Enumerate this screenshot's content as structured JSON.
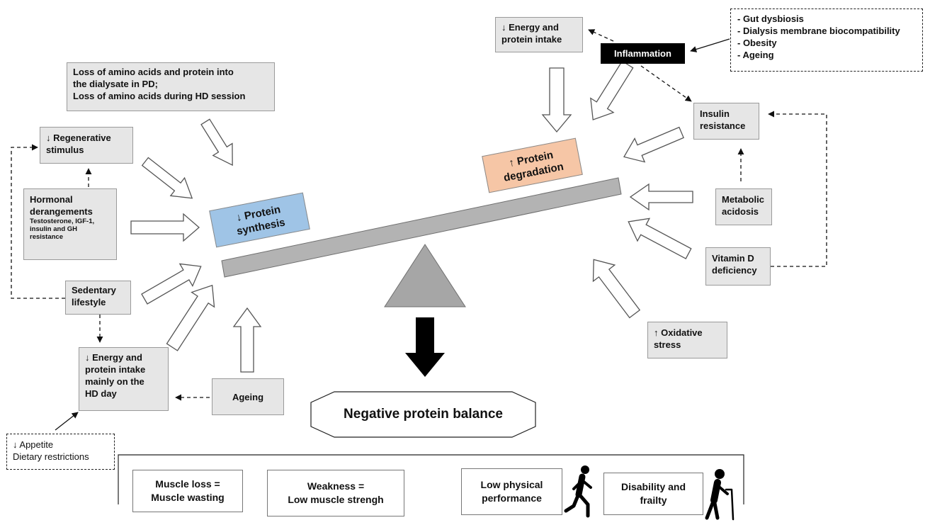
{
  "left": {
    "loss_amino": [
      "Loss of amino acids and protein into",
      "the dialysate in PD;",
      "Loss of amino acids during HD session"
    ],
    "regenerative": [
      "↓ Regenerative",
      "stimulus"
    ],
    "hormonal_title": [
      "Hormonal",
      "derangements"
    ],
    "hormonal_detail": [
      "Testosterone, IGF-1,",
      "insulin and GH",
      "resistance"
    ],
    "sedentary": [
      "Sedentary",
      "lifestyle"
    ],
    "energy_left": [
      "↓ Energy and",
      "protein intake",
      "mainly on the",
      "HD day"
    ],
    "ageing": "Ageing",
    "appetite": [
      "↓ Appetite",
      "Dietary restrictions"
    ]
  },
  "right": {
    "energy_right": [
      "↓ Energy and",
      "protein intake"
    ],
    "inflammation": "Inflammation",
    "inflammation_causes": [
      "- Gut dysbiosis",
      "- Dialysis membrane biocompatibility",
      "- Obesity",
      "- Ageing"
    ],
    "insulin": [
      "Insulin",
      "resistance"
    ],
    "metabolic": [
      "Metabolic",
      "acidosis"
    ],
    "vitamin": [
      "Vitamin D",
      "deficiency"
    ],
    "oxidative": [
      "↑ Oxidative",
      "stress"
    ]
  },
  "center": {
    "protein_synthesis": [
      "↓ Protein",
      "synthesis"
    ],
    "protein_degradation": [
      "↑ Protein",
      "degradation"
    ],
    "negative_balance": "Negative protein balance"
  },
  "outcomes": {
    "muscle_loss": [
      "Muscle loss =",
      "Muscle wasting"
    ],
    "weakness": [
      "Weakness =",
      "Low muscle strengh"
    ],
    "low_performance": [
      "Low physical",
      "performance"
    ],
    "disability": [
      "Disability and",
      "frailty"
    ]
  },
  "colors": {
    "synthesis_fill": "#9fc4e6",
    "degradation_fill": "#f6c6a6",
    "beam_fill": "#b3b3b3",
    "box_fill": "#e6e6e6",
    "inflammation_fill": "#000000"
  },
  "icons": [
    "walking-person-icon",
    "elderly-person-with-cane-icon"
  ]
}
